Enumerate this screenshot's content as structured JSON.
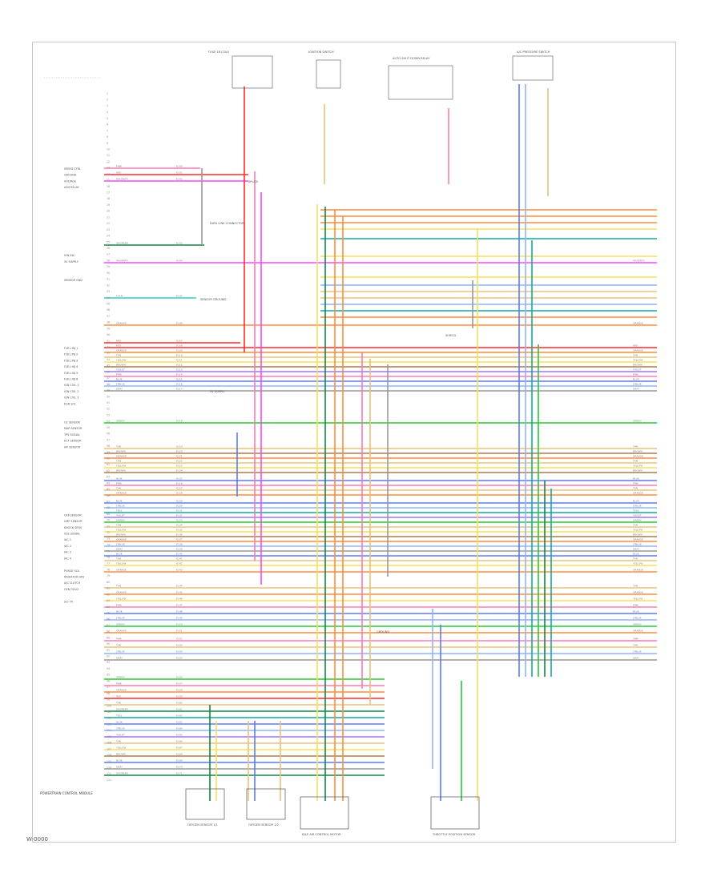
{
  "footer_code": "W-0000",
  "module_title": "POWERTRAIN CONTROL MODULE",
  "sources": [
    {
      "id": "s1",
      "label": "FUSE 18 (15A)"
    },
    {
      "id": "s2",
      "label": "IGNITION SWITCH"
    },
    {
      "id": "s3",
      "label": "AUTO SHUT DOWN RELAY"
    },
    {
      "id": "s4",
      "label": "A/C PRESSURE SWITCH"
    }
  ],
  "callouts": [
    {
      "id": "c1",
      "label": "SPLICE"
    },
    {
      "id": "c2",
      "label": "DATA LINK CONNECTOR"
    },
    {
      "id": "c3",
      "label": "SENSOR GROUND"
    },
    {
      "id": "c4",
      "label": "5V SUPPLY"
    },
    {
      "id": "c5",
      "label": "SHIELD"
    },
    {
      "id": "c6",
      "label": "GROUND"
    }
  ],
  "bottom_components": [
    {
      "id": "b1",
      "label": "OXYGEN SENSOR 1/1"
    },
    {
      "id": "b2",
      "label": "OXYGEN SENSOR 1/2"
    },
    {
      "id": "b3",
      "label": "IDLE AIR CONTROL MOTOR"
    },
    {
      "id": "b4",
      "label": "THROTTLE POSITION SENSOR"
    }
  ],
  "pin_labels": [
    "SPEED CTRL",
    "GROUND",
    "VOLTAGE",
    "ASD RELAY",
    "",
    "",
    "",
    "",
    "",
    "",
    "",
    "",
    "",
    "",
    "IGN SW",
    "5V SUPPLY",
    "",
    "",
    "SENSOR GND",
    "",
    "",
    "",
    "",
    "",
    "",
    "",
    "",
    "",
    "",
    "FUEL INJ 1",
    "FUEL INJ 2",
    "FUEL INJ 3",
    "FUEL INJ 4",
    "FUEL INJ 5",
    "FUEL INJ 6",
    "IGN COIL 1",
    "IGN COIL 2",
    "IGN COIL 3",
    "EGR SOL",
    "",
    "",
    "O2 SENSOR",
    "MAP SENSOR",
    "TPS SIGNAL",
    "ECT SENSOR",
    "IAT SENSOR",
    "",
    "",
    "",
    "",
    "",
    "",
    "",
    "",
    "",
    "",
    "CKP SENSOR",
    "CMP SENSOR",
    "KNOCK SENS",
    "VSS SIGNAL",
    "IAC 1",
    "IAC 2",
    "IAC 3",
    "IAC 4",
    "",
    "PURGE SOL",
    "RADIATOR FAN",
    "A/C CLUTCH",
    "GEN FIELD",
    "",
    "SCI TX"
  ],
  "legend": {
    "colors": {
      "red": "#ff2a2a",
      "pink": "#ff7ab0",
      "magenta": "#ff44ff",
      "orange": "#ff8c3a",
      "tan": "#e8c27a",
      "yellow": "#f5e15a",
      "green": "#22cc33",
      "dkgreen": "#118844",
      "teal": "#11aa99",
      "blue": "#5a7aff",
      "ltblue": "#8fb3ff",
      "violet": "#a070ff",
      "brown": "#b07a45",
      "cyan": "#33cccc",
      "gray": "#999999"
    }
  }
}
